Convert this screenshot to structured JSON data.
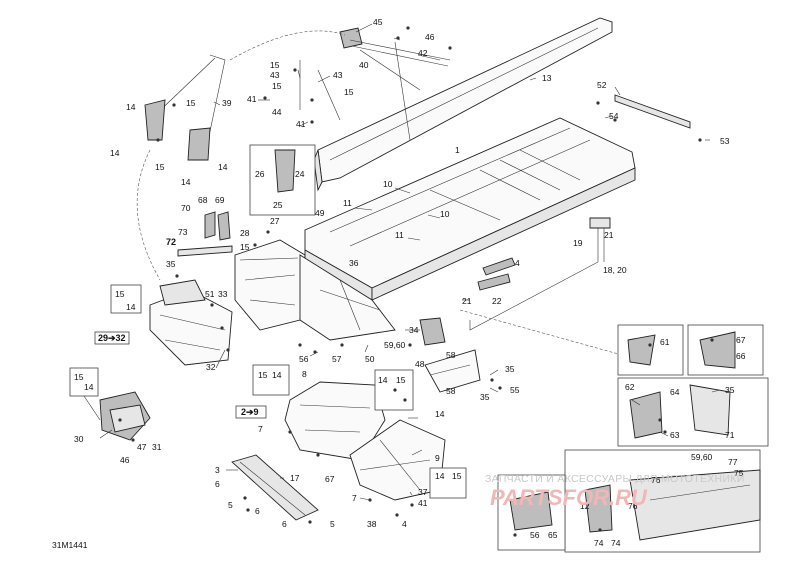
{
  "diagram_code": "31M1441",
  "watermark": {
    "line1": "ЗАПЧАСТИ И АКСЕССУАРЫ ДЛЯ МОТОТЕХНИКИ",
    "line2": "PARTSFOR.RU"
  },
  "ref_arrows": {
    "a": "29➔32",
    "b": "2➔9"
  },
  "callouts": {
    "c45": "45",
    "c46": "46",
    "c42": "42",
    "c40": "40",
    "c13": "13",
    "c15a": "15",
    "c43a": "43",
    "c43b": "43",
    "c15b": "15",
    "c41a": "41",
    "c44": "44",
    "c15c": "15",
    "c41b": "41",
    "c39": "39",
    "c14a": "14",
    "c15d": "15",
    "c14b": "14",
    "c15e": "15",
    "c14c": "14",
    "c14d": "14",
    "c52": "52",
    "c54": "54",
    "c53": "53",
    "c1": "1",
    "c26": "26",
    "c24": "24",
    "c25": "25",
    "c10a": "10",
    "c11a": "11",
    "c10b": "10",
    "c11b": "11",
    "c68": "68",
    "c69": "69",
    "c70": "70",
    "c73": "73",
    "c72": "72",
    "c15f": "15",
    "c27": "27",
    "c28": "28",
    "c49": "49",
    "c35a": "35",
    "c36": "36",
    "c19": "19",
    "c21a": "21",
    "c18_20": "18, 20",
    "c4a": "4",
    "c22": "22",
    "c21b": "21",
    "c15g": "15",
    "c14e": "14",
    "c51": "51",
    "c33": "33",
    "c34": "34",
    "c5960a": "59,60",
    "c32": "32",
    "c56": "56",
    "c57": "57",
    "c50": "50",
    "c61": "61",
    "c67a": "67",
    "c66": "66",
    "c62": "62",
    "c64": "64",
    "c35b": "35",
    "c63": "63",
    "c71": "71",
    "c48": "48",
    "c58a": "58",
    "c58b": "58",
    "c35c": "35",
    "c55": "55",
    "c35d": "35",
    "c15h": "15",
    "c14f": "14",
    "c8": "8",
    "c15i": "15",
    "c14g": "14",
    "c14h": "14",
    "c7a": "7",
    "c9": "9",
    "c67b": "67",
    "c3": "3",
    "c17": "17",
    "c6a": "6",
    "c6b": "6",
    "c6c": "6",
    "c5a": "5",
    "c5b": "5",
    "c7b": "7",
    "c38": "38",
    "c37": "37",
    "c41c": "41",
    "c4b": "4",
    "c14i": "14",
    "c15j": "15",
    "c15k": "15",
    "c14j": "14",
    "c30": "30",
    "c47": "47",
    "c31": "31",
    "c46b": "46",
    "c5960b": "59,60",
    "c77": "77",
    "c76a": "76",
    "c75": "75",
    "c12": "12",
    "c76b": "76",
    "c74a": "74",
    "c74b": "74",
    "c56b": "56",
    "c65": "65"
  }
}
